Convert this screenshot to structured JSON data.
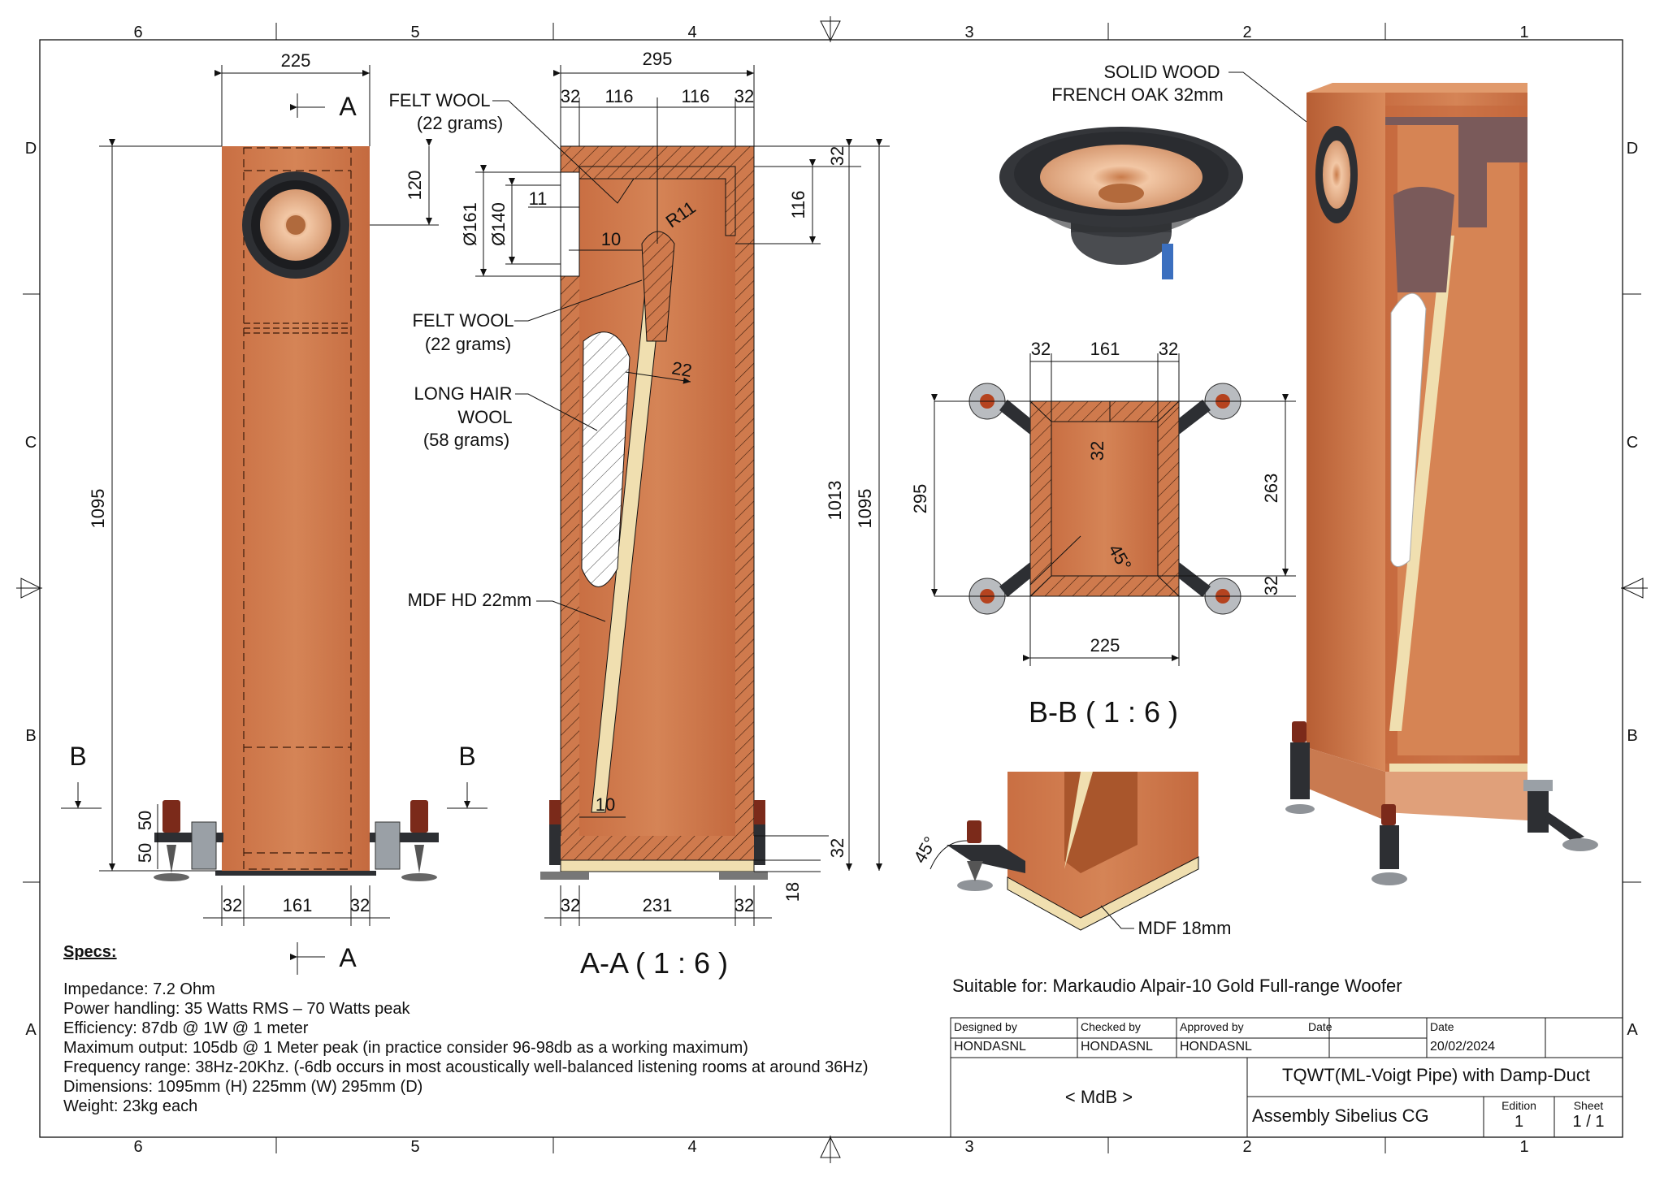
{
  "zones": {
    "columns": [
      "6",
      "5",
      "4",
      "3",
      "2",
      "1"
    ],
    "rows": [
      "D",
      "C",
      "B",
      "A"
    ]
  },
  "front_view": {
    "width_top": "225",
    "height": "1095",
    "driver_offset": "120",
    "foot_50a": "50",
    "foot_50b": "50",
    "bottom_32a": "32",
    "bottom_161": "161",
    "bottom_32b": "32",
    "section_a_top": "A",
    "section_a_bottom": "A",
    "section_b_left": "B",
    "section_b_right": "B"
  },
  "section_aa": {
    "overall": "295",
    "seg_32a": "32",
    "seg_116a": "116",
    "seg_116b": "116",
    "seg_32b": "32",
    "top_32": "32",
    "right_116": "116",
    "d161": "Ø161",
    "d140": "Ø140",
    "d11": "11",
    "d10": "10",
    "r11": "R11",
    "d22": "22",
    "h1013": "1013",
    "h1095": "1095",
    "b10": "10",
    "b32": "32",
    "b18": "18",
    "bot_32a": "32",
    "bot_231": "231",
    "bot_32b": "32",
    "caption": "A-A ( 1 : 6 )"
  },
  "labels": {
    "felt_wool_1": "FELT WOOL",
    "felt_wool_1_grams": "(22 grams)",
    "felt_wool_2": "FELT WOOL",
    "felt_wool_2_grams": "(22 grams)",
    "long_hair_1": "LONG HAIR",
    "long_hair_2": "WOOL",
    "long_hair_grams": "(58 grams)",
    "mdf_hd": "MDF HD 22mm",
    "solid_wood_1": "SOLID WOOD",
    "solid_wood_2": "FRENCH OAK 32mm",
    "mdf_18": "MDF 18mm",
    "angle_45_foot": "45°"
  },
  "section_bb": {
    "top_32a": "32",
    "top_161": "161",
    "top_32b": "32",
    "left_295": "295",
    "inner_32": "32",
    "angle_45": "45°",
    "right_263": "263",
    "right_32": "32",
    "bottom_225": "225",
    "caption": "B-B ( 1 : 6 )"
  },
  "suitable_for": "Suitable for: Markaudio Alpair-10 Gold Full-range Woofer",
  "specs": {
    "header": "Specs:",
    "lines": [
      "Impedance: 7.2 Ohm",
      "Power handling: 35 Watts RMS – 70 Watts peak",
      "Efficiency: 87db @ 1W @ 1 meter",
      "Maximum output: 105db @ 1 Meter peak (in practice consider 96-98db as a working maximum)",
      "Frequency range: 38Hz-20Khz. (-6db occurs in most acoustically well-balanced listening rooms at around 36Hz)",
      "Dimensions: 1095mm (H) 225mm (W) 295mm (D)",
      "Weight: 23kg each"
    ]
  },
  "title_block": {
    "designed_by_label": "Designed by",
    "designed_by": "HONDASNL",
    "checked_by_label": "Checked by",
    "checked_by": "HONDASNL",
    "approved_by_label": "Approved by",
    "approved_by": "HONDASNL",
    "date_label_1": "Date",
    "date_label_2": "Date",
    "date": "20/02/2024",
    "company": "< MdB >",
    "title": "TQWT(ML-Voigt Pipe) with Damp-Duct",
    "subtitle": "Assembly Sibelius CG",
    "edition_label": "Edition",
    "edition": "1",
    "sheet_label": "Sheet",
    "sheet": "1 / 1"
  },
  "colors": {
    "wood": "#cf7a4d",
    "wood_dark": "#a9562c",
    "mdf": "#f0dfb0",
    "driver_cone": "#e8b08a",
    "metal": "#2d2f33",
    "knob": "#7b2a1a"
  }
}
